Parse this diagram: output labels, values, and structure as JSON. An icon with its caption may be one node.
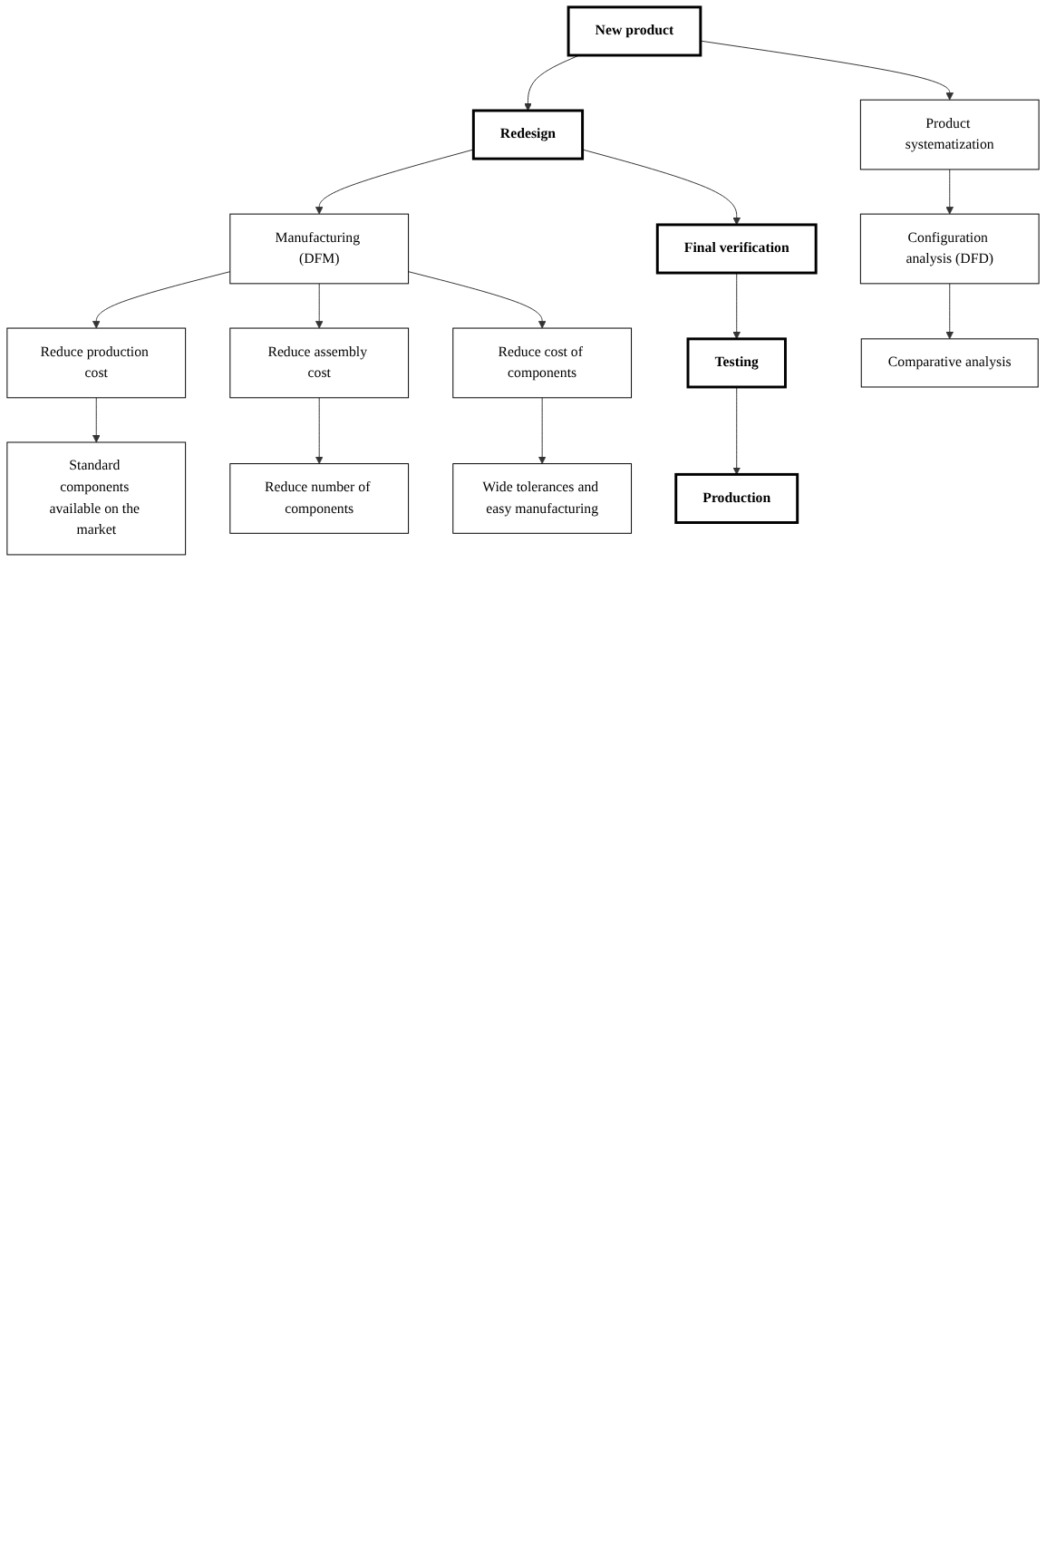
{
  "diagram": {
    "nodes": [
      {
        "text": [
          "Standard components available on the market"
        ]
      },
      {
        "text": [
          "Reduce number of components"
        ]
      },
      {
        "text": [
          "Wide tolerances and easy manufacturing"
        ]
      },
      {
        "text": [
          "Reduce production cost"
        ]
      },
      {
        "text": [
          "Reduce assembly cost"
        ]
      },
      {
        "text": [
          "Reduce cost of components"
        ]
      },
      {
        "text": [
          "Manufacturing (DFM)"
        ]
      },
      {
        "text": [
          "New product"
        ]
      },
      {
        "text": [
          "Redesign"
        ]
      },
      {
        "text": [
          "Product systematization"
        ]
      },
      {
        "text": [
          "Final verification"
        ]
      },
      {
        "text": [
          "Configuration analysis (DFD)"
        ]
      },
      {
        "text": [
          "Testing"
        ]
      },
      {
        "text": [
          "Comparative analysis"
        ]
      },
      {
        "text": [
          "Production"
        ]
      }
    ],
    "edges": [
      {
        "from": 3,
        "to": 0,
        "arrow": "to"
      },
      {
        "from": 4,
        "to": 1,
        "arrow": "to"
      },
      {
        "from": 5,
        "to": 2,
        "arrow": "to"
      },
      {
        "from": 6,
        "to": 3,
        "arrow": "to"
      },
      {
        "from": 6,
        "to": 4,
        "arrow": "to"
      },
      {
        "from": 6,
        "to": 5,
        "arrow": "to"
      },
      {
        "from": 8,
        "to": 6,
        "arrow": "to"
      },
      {
        "from": 7,
        "to": 8,
        "arrow": "to"
      },
      {
        "from": 7,
        "to": 9,
        "arrow": "to"
      },
      {
        "from": 9,
        "to": 11,
        "arrow": "to"
      },
      {
        "from": 11,
        "to": 13,
        "arrow": "to"
      },
      {
        "from": 8,
        "to": 10,
        "arrow": "to"
      },
      {
        "from": 10,
        "to": 12,
        "arrow": "to"
      },
      {
        "from": 12,
        "to": 14,
        "arrow": "to"
      }
    ]
  }
}
